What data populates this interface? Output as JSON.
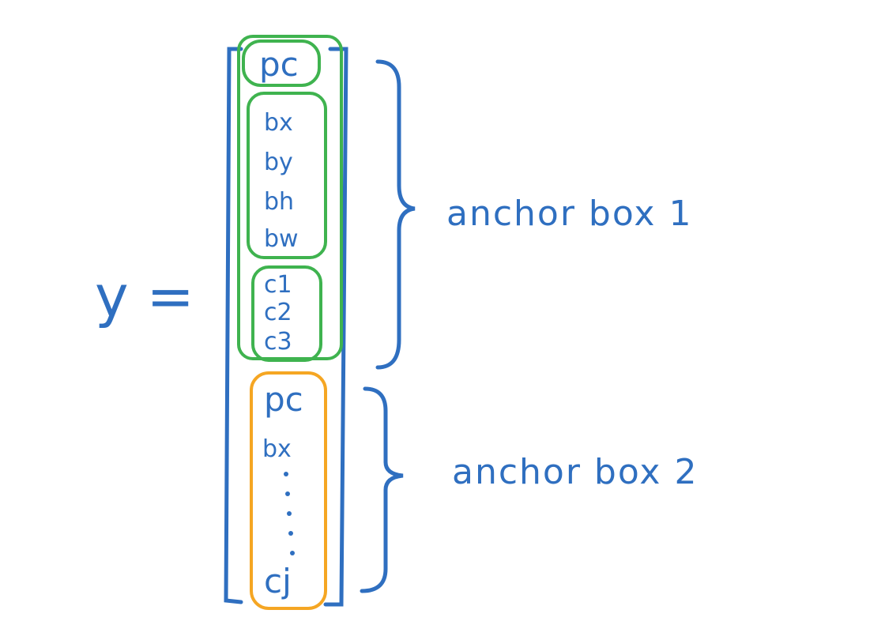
{
  "lhs": {
    "label": "y ="
  },
  "vector": {
    "anchor1": {
      "pc": "pc",
      "bbox": [
        "bx",
        "by",
        "bh",
        "bw"
      ],
      "classes": [
        "c1",
        "c2",
        "c3"
      ]
    },
    "anchor2": {
      "pc": "pc",
      "bx": "bx",
      "cj": "cj"
    }
  },
  "braces": {
    "anchor1_label": "anchor box 1",
    "anchor2_label": "anchor box 2"
  },
  "colors": {
    "ink_blue": "#2f6fc0",
    "group_green": "#3fb34f",
    "group_orange": "#f5a623"
  }
}
